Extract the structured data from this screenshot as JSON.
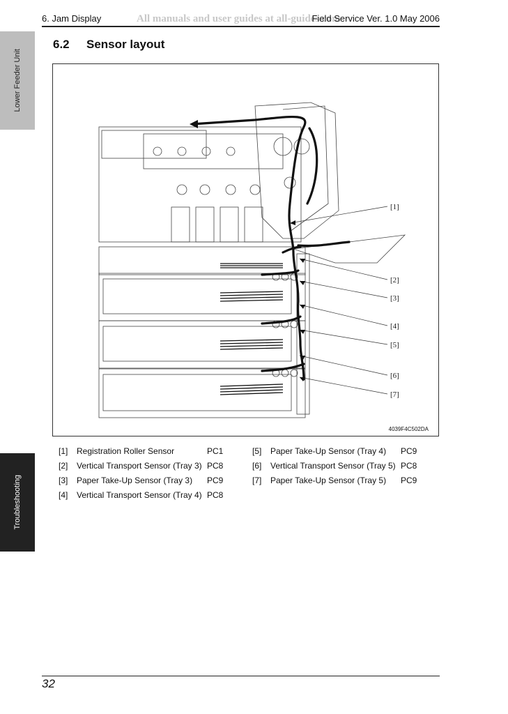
{
  "header": {
    "section": "6. Jam Display",
    "watermark": "All manuals and user guides at all-guides.com",
    "right": "Field Service Ver. 1.0 May 2006"
  },
  "side_tabs": {
    "top": "Lower Feeder Unit",
    "bottom": "Troubleshooting"
  },
  "section": {
    "number": "6.2",
    "title": "Sensor layout"
  },
  "figure": {
    "code": "4039F4C502DA",
    "callouts": [
      "[1]",
      "[2]",
      "[3]",
      "[4]",
      "[5]",
      "[6]",
      "[7]"
    ]
  },
  "legend": {
    "left": [
      {
        "index": "[1]",
        "name": "Registration Roller Sensor",
        "code": "PC1"
      },
      {
        "index": "[2]",
        "name": "Vertical Transport Sensor (Tray 3)",
        "code": "PC8"
      },
      {
        "index": "[3]",
        "name": "Paper Take-Up Sensor (Tray 3)",
        "code": "PC9"
      },
      {
        "index": "[4]",
        "name": "Vertical Transport Sensor (Tray 4)",
        "code": "PC8"
      }
    ],
    "right": [
      {
        "index": "[5]",
        "name": "Paper Take-Up Sensor (Tray 4)",
        "code": "PC9"
      },
      {
        "index": "[6]",
        "name": "Vertical Transport Sensor (Tray 5)",
        "code": "PC8"
      },
      {
        "index": "[7]",
        "name": "Paper Take-Up Sensor (Tray 5)",
        "code": "PC9"
      }
    ]
  },
  "footer": {
    "page_number": "32"
  }
}
